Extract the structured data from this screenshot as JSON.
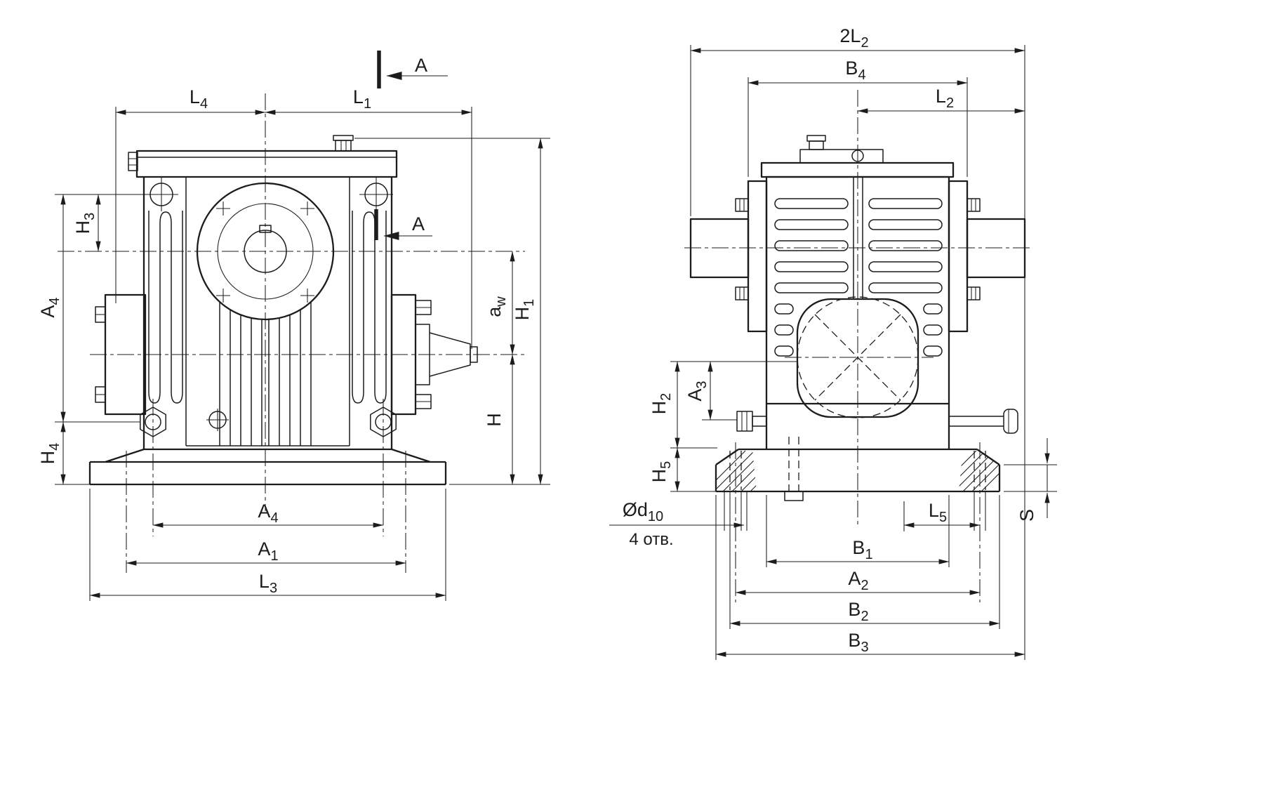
{
  "meta": {
    "drawing_kind": "worm-gear-reducer-dimension-drawing",
    "views": {
      "left": "front-view",
      "right": "side-view"
    }
  },
  "style": {
    "background": "#ffffff",
    "line_color": "#1c1c1c"
  },
  "labels": {
    "front": {
      "section_top": {
        "t": "A",
        "s": ""
      },
      "section_side": {
        "t": "A",
        "s": ""
      },
      "l4": {
        "t": "L",
        "s": "4"
      },
      "l1": {
        "t": "L",
        "s": "1"
      },
      "h3": {
        "t": "H",
        "s": "3"
      },
      "a4_left": {
        "t": "A",
        "s": "4"
      },
      "h4": {
        "t": "H",
        "s": "4"
      },
      "a4_bottom": {
        "t": "A",
        "s": "4"
      },
      "a1": {
        "t": "A",
        "s": "1"
      },
      "l3": {
        "t": "L",
        "s": "3"
      },
      "aw": {
        "t": "a",
        "s": "w"
      },
      "h1": {
        "t": "H",
        "s": "1"
      },
      "h": {
        "t": "H",
        "s": ""
      }
    },
    "side": {
      "l2_total": {
        "t": "2L",
        "s": "2"
      },
      "b4": {
        "t": "B",
        "s": "4"
      },
      "l2": {
        "t": "L",
        "s": "2"
      },
      "h2": {
        "t": "H",
        "s": "2"
      },
      "a3": {
        "t": "A",
        "s": "3"
      },
      "h5": {
        "t": "H",
        "s": "5"
      },
      "d10": {
        "t": "Ød",
        "s": "10"
      },
      "holes": {
        "t": "4 отв.",
        "s": ""
      },
      "l5": {
        "t": "L",
        "s": "5"
      },
      "b1": {
        "t": "B",
        "s": "1"
      },
      "a2": {
        "t": "A",
        "s": "2"
      },
      "b2": {
        "t": "B",
        "s": "2"
      },
      "b3": {
        "t": "B",
        "s": "3"
      },
      "s": {
        "t": "S",
        "s": ""
      }
    }
  }
}
